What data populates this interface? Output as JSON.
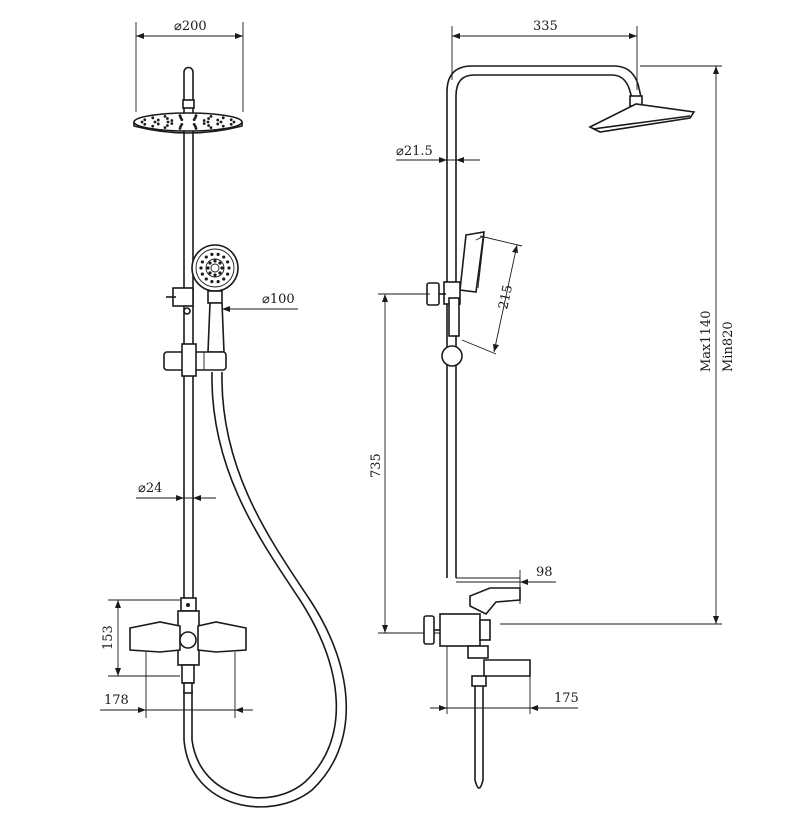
{
  "front_view": {
    "head_diameter": "⌀200",
    "hand_diameter": "⌀100",
    "pipe_diameter": "⌀24",
    "mixer_height": "153",
    "mixer_width": "178"
  },
  "side_view": {
    "arm_reach": "335",
    "pipe_diameter": "⌀21.5",
    "hand_length": "215",
    "holder_height": "735",
    "height_range_max": "Max1140",
    "height_range_min": "Min820",
    "handle_depth": "98",
    "spout_reach": "175"
  }
}
